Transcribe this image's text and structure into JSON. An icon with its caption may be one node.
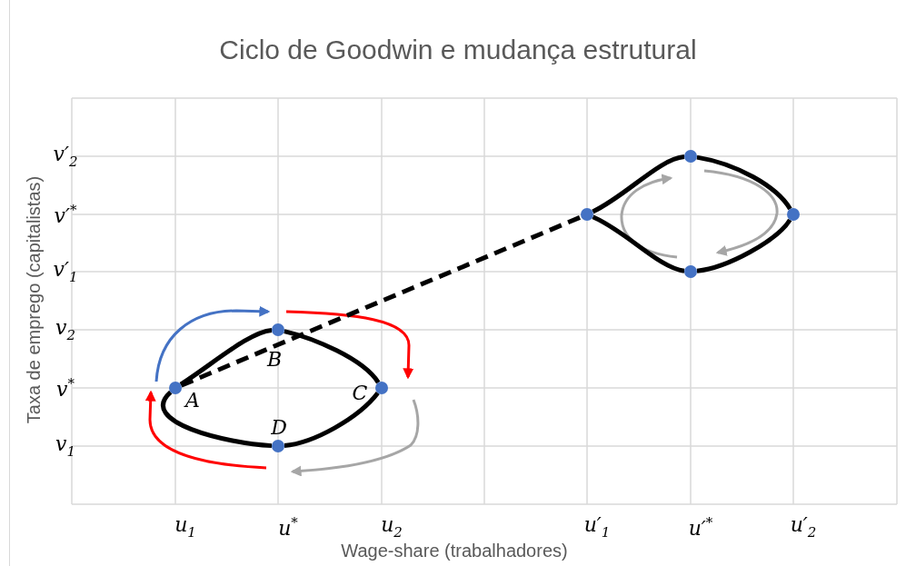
{
  "diagram": {
    "title": "Ciclo de Goodwin e mudança estrutural",
    "nodes": [
      {
        "text": [],
        "shape": "circle",
        "beside": [
          "A"
        ]
      },
      {
        "text": [],
        "shape": "circle",
        "beside": [
          "B"
        ]
      },
      {
        "text": [],
        "shape": "circle",
        "beside": [
          "C"
        ]
      },
      {
        "text": [],
        "shape": "circle",
        "beside": [
          "D"
        ]
      },
      {
        "text": [],
        "shape": "circle"
      },
      {
        "text": [],
        "shape": "circle"
      },
      {
        "text": [],
        "shape": "circle"
      },
      {
        "text": [],
        "shape": "circle"
      }
    ],
    "edges": [
      {
        "from": 0,
        "to": 4,
        "arrow": "none",
        "style": "dashed"
      },
      {
        "from": 0,
        "to": 1,
        "arrow": "none"
      },
      {
        "from": 1,
        "to": 2,
        "arrow": "none"
      },
      {
        "from": 2,
        "to": 3,
        "arrow": "none"
      },
      {
        "from": 3,
        "to": 0,
        "arrow": "none"
      },
      {
        "from": 4,
        "to": 5,
        "arrow": "none"
      },
      {
        "from": 5,
        "to": 6,
        "arrow": "none"
      },
      {
        "from": 6,
        "to": 7,
        "arrow": "none"
      },
      {
        "from": 7,
        "to": 4,
        "arrow": "none"
      }
    ],
    "labels": [
      "Taxa de emprego (capitalistas)",
      "v′$_{2}$",
      "v′$^{*}$",
      "v′$_{1}$",
      "v$_{2}$",
      "v$^{*}$",
      "v$_{1}$",
      "u$_{1}$",
      "u$^{*}$",
      "u$_{2}$",
      "u′$_{1}$",
      "u′$^{*}$",
      "u′$_{2}$",
      "Wage-share (trabalhadores)"
    ]
  }
}
